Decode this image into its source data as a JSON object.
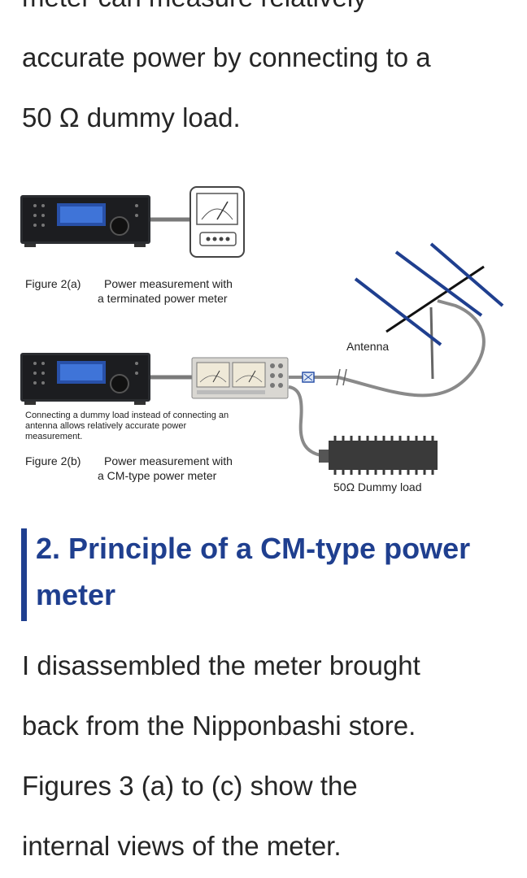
{
  "paragraph_top": {
    "lines": [
      "meter can measure relatively",
      "accurate power by connecting to a",
      "50 Ω dummy load."
    ]
  },
  "figure": {
    "caption_a_label": "Figure 2(a)",
    "caption_a_line1": "Power measurement with",
    "caption_a_line2": "a terminated power meter",
    "note_line1": "Connecting a dummy load instead of connecting an",
    "note_line2": "antenna allows relatively accurate power",
    "note_line3": "measurement.",
    "caption_b_label": "Figure 2(b)",
    "caption_b_line1": "Power measurement with",
    "caption_b_line2": "a CM-type power meter",
    "antenna_label": "Antenna",
    "dummy_load_label": "50Ω Dummy load"
  },
  "section_heading": {
    "line1": "2. Principle of a CM-type power",
    "line2": "meter"
  },
  "paragraph_bottom": {
    "lines": [
      "I disassembled the meter brought",
      "back from the Nipponbashi store.",
      "Figures 3 (a) to (c) show the",
      "internal views of the meter."
    ]
  },
  "colors": {
    "heading": "#1f3f8f",
    "antenna": "#1f3f8f",
    "cable": "#8a8a8a",
    "text": "#262626"
  }
}
